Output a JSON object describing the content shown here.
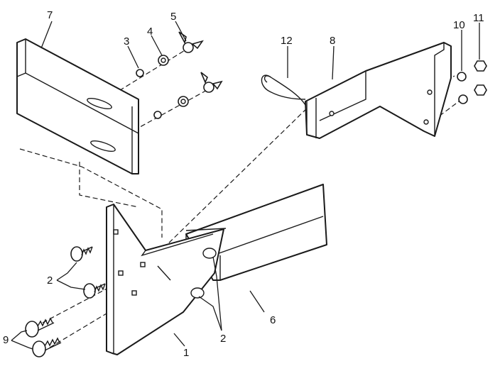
{
  "callouts": {
    "c1": "1",
    "c2a": "2",
    "c2b": "2",
    "c3": "3",
    "c4": "4",
    "c5": "5",
    "c6": "6",
    "c7": "7",
    "c8": "8",
    "c9": "9",
    "c10": "10",
    "c11": "11",
    "c12": "12"
  }
}
